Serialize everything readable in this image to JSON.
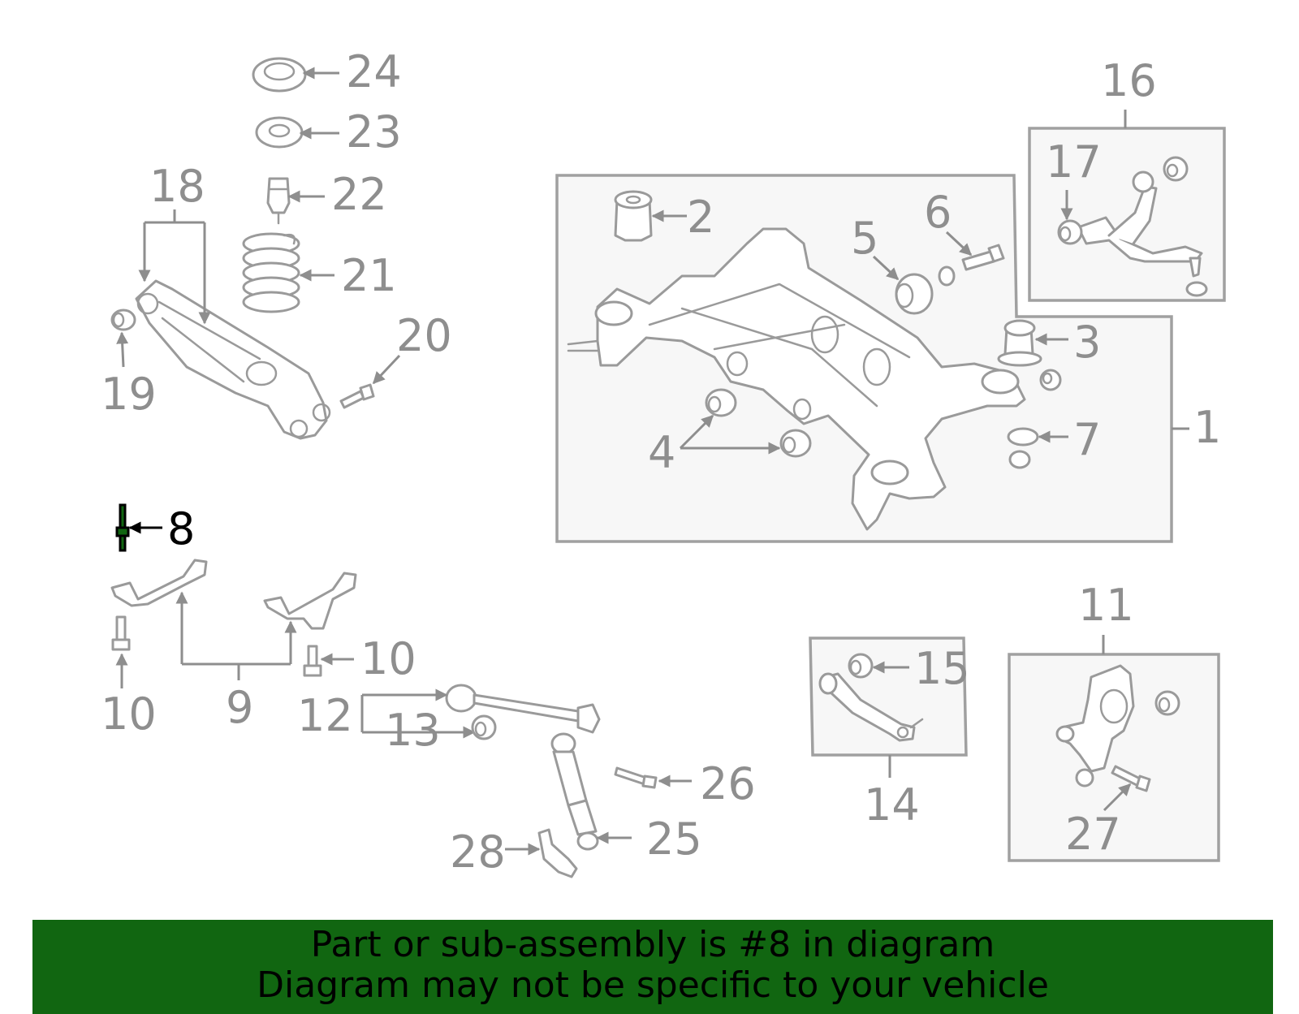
{
  "callouts": {
    "n1": "1",
    "n2": "2",
    "n3": "3",
    "n4": "4",
    "n5": "5",
    "n6": "6",
    "n7": "7",
    "n8": "8",
    "n9": "9",
    "n10a": "10",
    "n10b": "10",
    "n11": "11",
    "n12": "12",
    "n13": "13",
    "n14": "14",
    "n15": "15",
    "n16": "16",
    "n17": "17",
    "n18": "18",
    "n19": "19",
    "n20": "20",
    "n21": "21",
    "n22": "22",
    "n23": "23",
    "n24": "24",
    "n25": "25",
    "n26": "26",
    "n27": "27",
    "n28": "28"
  },
  "highlight": {
    "part_number": "8",
    "color": "#116611"
  },
  "banner": {
    "line1": "Part or sub-assembly is #8 in diagram",
    "line2": "Diagram may not be specific to your vehicle",
    "background": "#116611"
  }
}
